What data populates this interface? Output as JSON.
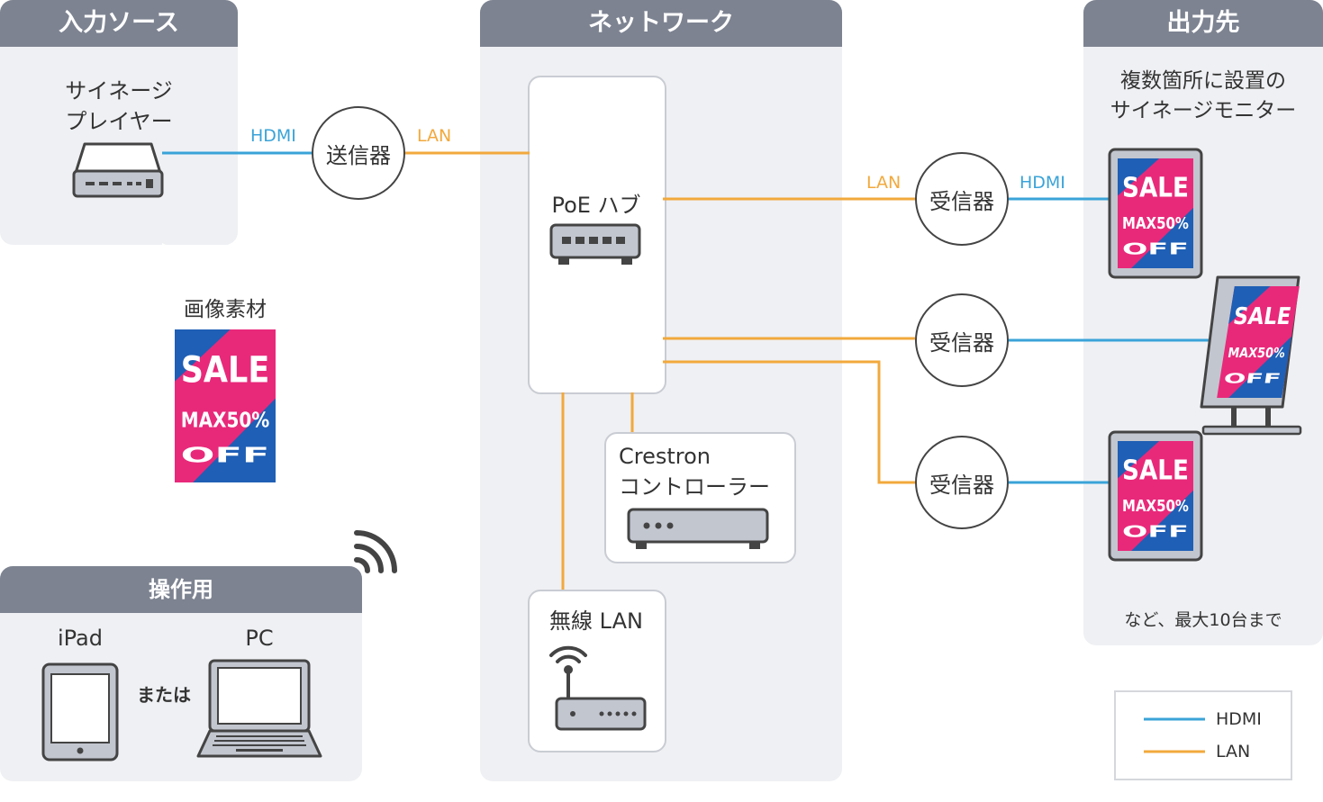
{
  "sections": {
    "input": {
      "title": "入力ソース"
    },
    "network": {
      "title": "ネットワーク"
    },
    "output": {
      "title": "出力先"
    },
    "control": {
      "title": "操作用"
    }
  },
  "input": {
    "player_line1": "サイネージ",
    "player_line2": "プレイヤー",
    "material_label": "画像素材"
  },
  "poster": {
    "line1": "SALE",
    "line2": "MAX50%",
    "line3": "OFF"
  },
  "nodes": {
    "transmitter": "送信器",
    "receiver1": "受信器",
    "receiver2": "受信器",
    "receiver3": "受信器"
  },
  "network": {
    "poe_hub": "PoE ハブ",
    "crestron_line1": "Crestron",
    "crestron_line2": "コントローラー",
    "wireless": "無線 LAN"
  },
  "links": {
    "hdmi_input": "HDMI",
    "lan_input": "LAN",
    "lan_output": "LAN",
    "hdmi_output": "HDMI"
  },
  "output": {
    "desc_line1": "複数箇所に設置の",
    "desc_line2": "サイネージモニター",
    "note": "など、最大10台まで"
  },
  "control": {
    "ipad": "iPad",
    "pc": "PC",
    "or": "または"
  },
  "legend": {
    "hdmi": "HDMI",
    "lan": "LAN"
  },
  "colors": {
    "hdmi": "#3aa3d8",
    "lan": "#f2a93c",
    "panel": "#eff0f3",
    "header": "#7d8391",
    "poster_pink": "#e8297a",
    "poster_blue": "#1f5fb5"
  }
}
